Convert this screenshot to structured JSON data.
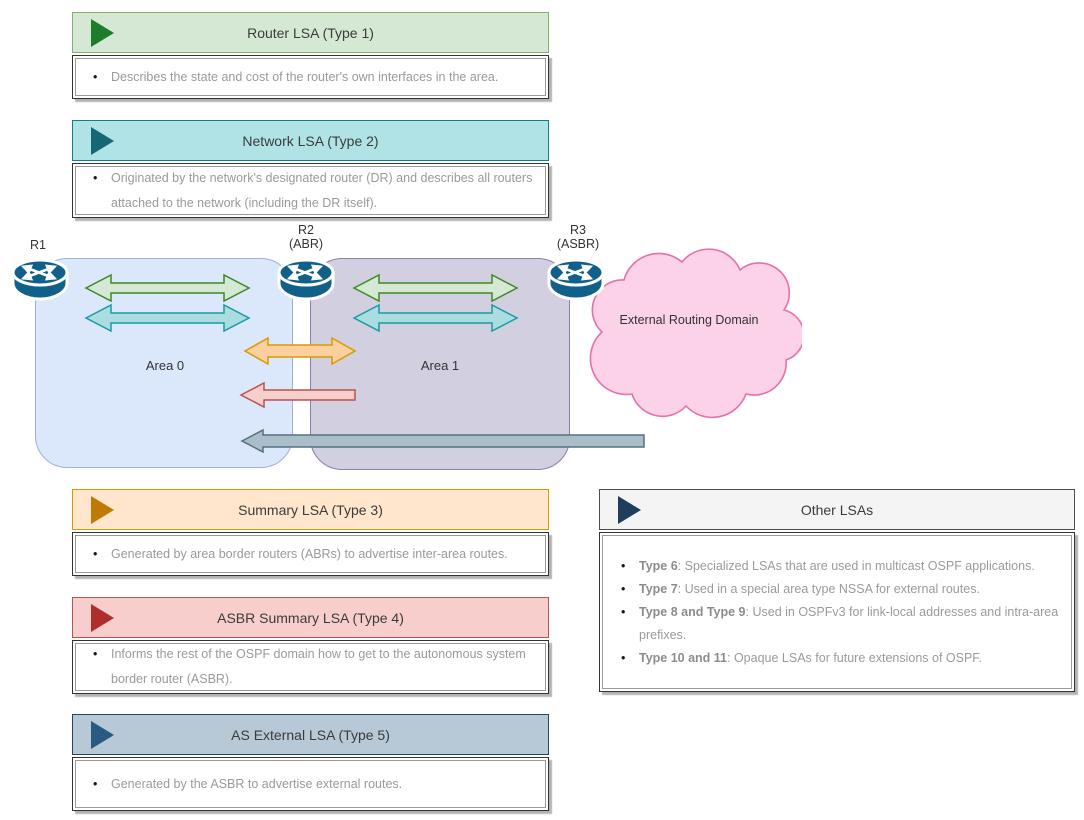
{
  "colors": {
    "green_fill": "#d5e8d4",
    "green_stroke": "#82b366",
    "green_icon": "#1d7d2c",
    "teal_fill": "#b0e3e6",
    "teal_stroke": "#0e8088",
    "teal_icon": "#156873",
    "orange_fill": "#ffe6cc",
    "orange_stroke": "#d79b00",
    "orange_icon": "#c17905",
    "red_fill": "#f8cecc",
    "red_stroke": "#b85450",
    "red_icon": "#ae2e2e",
    "bluegray_fill": "#b7c9d6",
    "bluegray_stroke": "#23455f",
    "bluegray_icon": "#2a5a80",
    "gray_fill": "#f4f4f4",
    "gray_stroke": "#4d4d4d",
    "gray_icon": "#1f3e5c",
    "area0_fill": "#dbe7fb",
    "area0_stroke": "#9cb3d6",
    "area1_fill": "#d2cfe1",
    "area1_stroke": "#8781ad",
    "cloud_fill": "#fbd2e7",
    "cloud_stroke": "#e670a8",
    "router_blue": "#10608a",
    "arrow_green_fill": "#d5e8d4",
    "arrow_green_stroke": "#3c8a23",
    "arrow_teal_fill": "#aadde0",
    "arrow_teal_stroke": "#1b9aa5",
    "arrow_orange_fill": "#fbcf9e",
    "arrow_orange_stroke": "#d79b00",
    "arrow_red_fill": "#f8cecc",
    "arrow_red_stroke": "#b85450",
    "arrow_gray_fill": "#a9bec9",
    "arrow_gray_stroke": "#54707e"
  },
  "lsa_boxes": [
    {
      "title": "Router LSA (Type 1)",
      "bullets": [
        "Describes the state and cost of the router's own interfaces in the area."
      ]
    },
    {
      "title": "Network LSA (Type 2)",
      "bullets": [
        "Originated by the network's designated router (DR) and describes all routers attached to the network (including the DR itself)."
      ]
    },
    {
      "title": "Summary LSA (Type 3)",
      "bullets": [
        "Generated by area border routers (ABRs) to advertise inter-area routes."
      ]
    },
    {
      "title": "ASBR Summary LSA (Type 4)",
      "bullets": [
        "Informs the rest of the OSPF domain how to get to the autonomous system border router (ASBR)."
      ]
    },
    {
      "title": "AS External LSA (Type 5)",
      "bullets": [
        "Generated by the ASBR to advertise external routes."
      ]
    }
  ],
  "other_lsas": {
    "title": "Other LSAs",
    "bullets": [
      {
        "bold": "Type 6",
        "text": ": Specialized LSAs that are used in multicast OSPF applications."
      },
      {
        "bold": "Type 7",
        "text": ": Used in a special area type NSSA for external routes."
      },
      {
        "bold": "Type 8 and Type 9",
        "text": ": Used in OSPFv3 for link-local addresses and intra-area prefixes."
      },
      {
        "bold": "Type 10 and 11",
        "text": ": Opaque LSAs for future extensions of OSPF."
      }
    ]
  },
  "diagram": {
    "routers": [
      {
        "label": "R1",
        "sublabel": ""
      },
      {
        "label": "R2",
        "sublabel": "(ABR)"
      },
      {
        "label": "R3",
        "sublabel": "(ASBR)"
      }
    ],
    "areas": [
      {
        "label": "Area 0"
      },
      {
        "label": "Area 1"
      }
    ],
    "cloud_label": "External Routing Domain"
  }
}
